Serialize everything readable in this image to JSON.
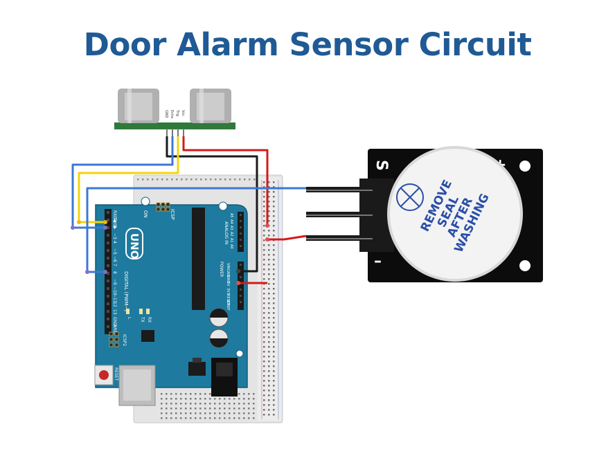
{
  "title": "Door Alarm Sensor Circuit",
  "sensor": {
    "pin_labels": [
      "GND",
      "Echo",
      "Trig",
      "Vcc"
    ]
  },
  "arduino": {
    "model": "UNO",
    "icsp_label": "ICSP",
    "icsp2_label": "ICSP2",
    "reset_label": "RESET",
    "on_label": "ON",
    "digital_label": "DIGITAL (PWM~)",
    "analog_label": "ANALOG IN",
    "power_label": "POWER",
    "top_pin_labels": [
      "RX0◀",
      "TX0▶",
      "2",
      "~3",
      "4",
      "~5",
      "~6",
      "7",
      "8",
      "~9",
      "~10",
      "~11",
      "12",
      "13",
      "GND",
      "AREF"
    ],
    "analog_pins": [
      "A5",
      "A4",
      "A3",
      "A2",
      "A1",
      "A0"
    ],
    "power_pins": [
      "VIN",
      "GND",
      "GND",
      "5V",
      "3V3",
      "RESET",
      "IOREF"
    ],
    "led_labels": [
      "L",
      "TX",
      "RX"
    ]
  },
  "buzzer": {
    "seal_text": [
      "REMOVE",
      "SEAL",
      "AFTER",
      "WASHING"
    ],
    "module_labels": [
      "S",
      "+",
      "–"
    ]
  },
  "colors": {
    "title": "#1f5a95",
    "board": "#1e7a9e",
    "wire_blue": "#3b78d4",
    "wire_yellow": "#f2d40c",
    "wire_red": "#d41a1a",
    "wire_black": "#1a1a1a",
    "sensor_pcb": "#2f7a3a",
    "buzzer_module": "#0c0c0c",
    "buzzer_text": "#2a4fa8"
  }
}
